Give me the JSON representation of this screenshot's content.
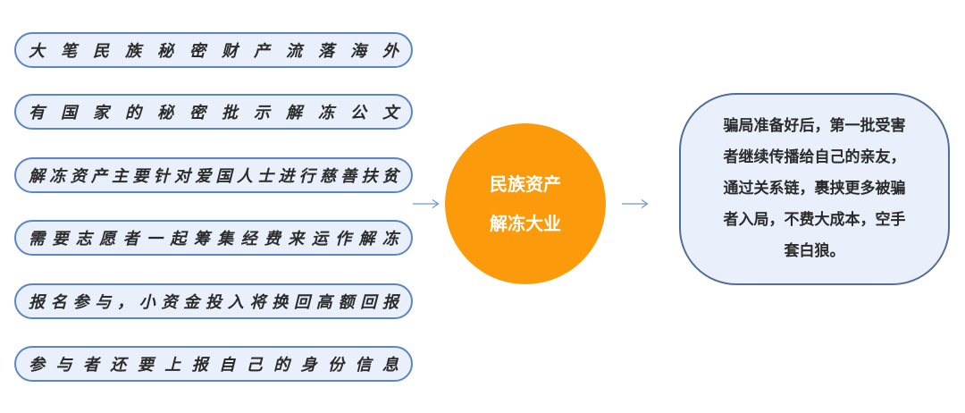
{
  "colors": {
    "pill_border": "#5b86c5",
    "pill_fill": "#e9f0fb",
    "circle_fill": "#fb9a0b",
    "arrow": "#6d99d4",
    "text": "#2b2b2b"
  },
  "steps": [
    "大笔民族秘密财产流落海外",
    "有国家的秘密批示解冻公文",
    "解冻资产主要针对爱国人士进行慈善扶贫",
    "需要志愿者一起筹集经费来运作解冻",
    "报名参与，小资金投入将换回高额回报",
    "参与者还要上报自己的身份信息"
  ],
  "center": {
    "line1": "民族资产",
    "line2": "解冻大业"
  },
  "result": {
    "lines": [
      "骗局准备好后，第一批受害",
      "者继续传播给自己的亲友，",
      "通过关系链，裹挟更多被骗",
      "者入局，不费大成本，空手",
      "套白狼。"
    ]
  }
}
